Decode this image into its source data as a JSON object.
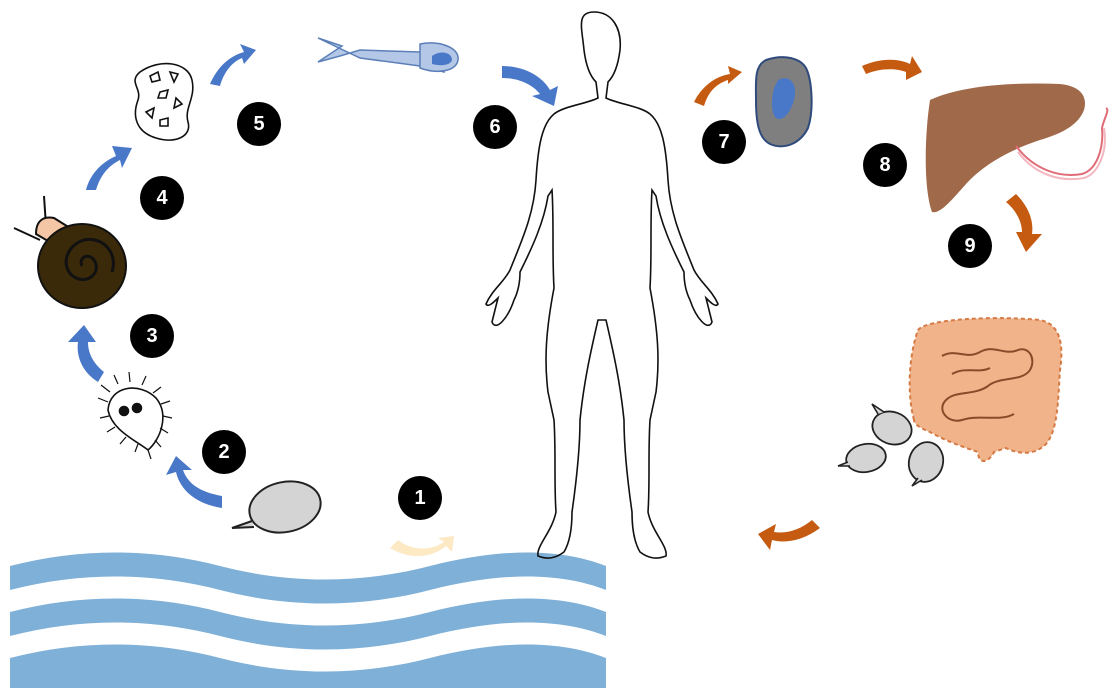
{
  "steps": [
    {
      "number": "1",
      "stage": "egg-in-water"
    },
    {
      "number": "2",
      "stage": "miracidium"
    },
    {
      "number": "3",
      "stage": "snail-host"
    },
    {
      "number": "4",
      "stage": "sporocyst"
    },
    {
      "number": "5",
      "stage": "cercaria"
    },
    {
      "number": "6",
      "stage": "human-host"
    },
    {
      "number": "7",
      "stage": "schistosomulum"
    },
    {
      "number": "8",
      "stage": "liver"
    },
    {
      "number": "9",
      "stage": "intestine"
    }
  ],
  "colors": {
    "water": "#7fb0d8",
    "blue_arrow": "#4a78c8",
    "orange_arrow": "#c55a11",
    "pale_arrow": "#fde9c4",
    "liver": "#a0694a",
    "intestine": "#f1b38a",
    "snail_shell": "#3a2a0a",
    "snail_body": "#f5c6a5",
    "egg": "#d4d4d4",
    "badge": "#000000",
    "badge_text": "#ffffff"
  }
}
